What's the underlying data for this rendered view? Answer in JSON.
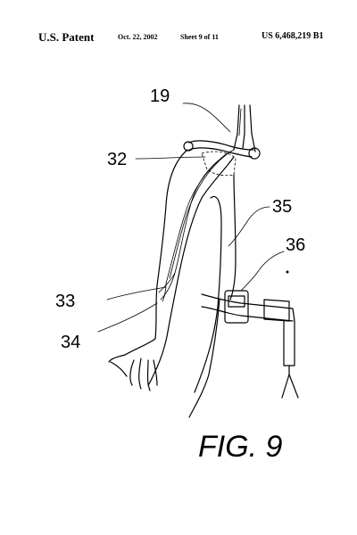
{
  "header": {
    "left": "U.S. Patent",
    "date": "Oct. 22, 2002",
    "sheet": "Sheet 9 of 11",
    "number": "US 6,468,219 B1"
  },
  "labels": {
    "r19": "19",
    "r32": "32",
    "r35": "35",
    "r36": "36",
    "r33": "33",
    "r34": "34"
  },
  "figure": {
    "caption": "FIG. 9"
  }
}
